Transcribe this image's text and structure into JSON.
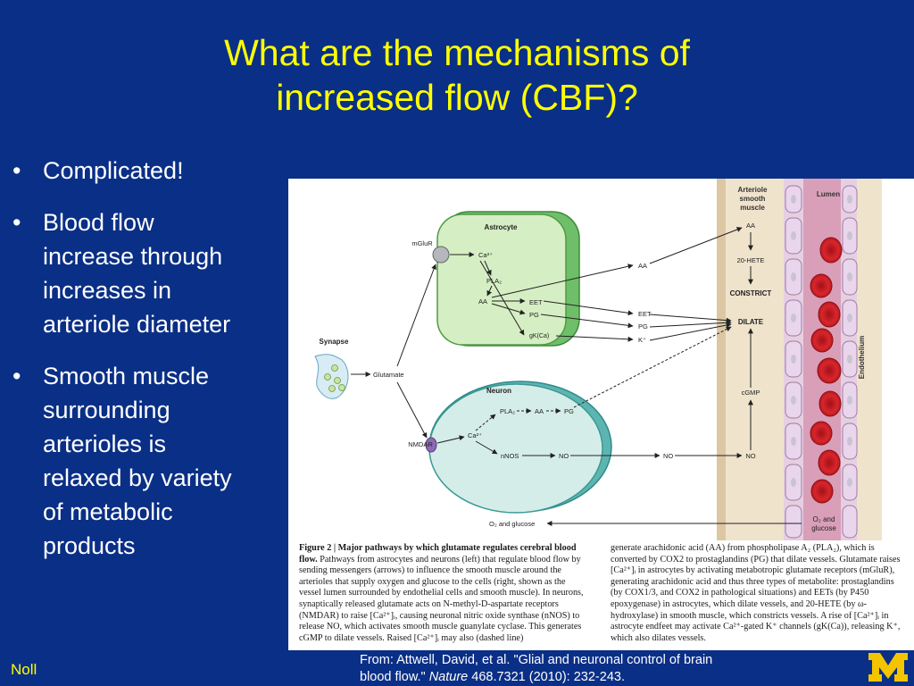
{
  "slide": {
    "title_line1": "What are the mechanisms of",
    "title_line2": "increased flow (CBF)?",
    "bullets": [
      {
        "lines": [
          "Complicated!"
        ]
      },
      {
        "lines": [
          "Blood flow",
          "increase through",
          "increases in",
          "arteriole diameter"
        ]
      },
      {
        "lines": [
          "Smooth muscle",
          "surrounding",
          "arterioles is",
          "relaxed by variety",
          "of metabolic",
          "products"
        ]
      }
    ],
    "bullet_glyph": "•",
    "author": "Noll",
    "citation_line1": "From:  Attwell, David, et al. \"Glial and neuronal control of brain",
    "citation_line2_pre": "blood flow.\" ",
    "citation_journal": "Nature",
    "citation_line2_post": " 468.7321 (2010): 232-243.",
    "logo_letter": "M",
    "colors": {
      "background": "#0a2f86",
      "title": "#ffff00",
      "text": "#ffffff",
      "logo": "#f4c400"
    }
  },
  "diagram": {
    "labels": {
      "astrocyte": "Astrocyte",
      "neuron": "Neuron",
      "synapse": "Synapse",
      "glutamate": "Glutamate",
      "mglur": "mGluR",
      "nmdar": "NMDAR",
      "ca_astro": "Ca²⁺",
      "pla2_astro": "PLA₂",
      "aa_astro": "AA",
      "eet_astro": "EET",
      "pg_astro": "PG",
      "gk": "gK(Ca)",
      "ca_neuron": "Ca²⁺",
      "pla2_neuron": "PLA₂",
      "aa_neuron": "AA",
      "pg_neuron": "PG",
      "nnos": "nNOS",
      "no_neuron": "NO",
      "no_mid": "NO",
      "no_right": "NO",
      "aa_mid": "AA",
      "eet_mid": "EET",
      "pg_mid": "PG",
      "k_mid": "K⁺",
      "aa_top": "AA",
      "hete": "20-HETE",
      "constrict": "CONSTRICT",
      "dilate": "DILATE",
      "cgmp": "cGMP",
      "arteriole_1": "Arteriole",
      "arteriole_2": "smooth",
      "arteriole_3": "muscle",
      "lumen": "Lumen",
      "endothelium": "Endothelium",
      "o2_glucose_left": "O₂ and glucose",
      "o2_glucose_right_1": "O₂ and",
      "o2_glucose_right_2": "glucose"
    },
    "caption_left_bold": "Figure 2 | Major pathways by which glutamate regulates cerebral blood flow.",
    "caption_left_rest": " Pathways from astrocytes and neurons (left) that regulate blood flow by sending messengers (arrows) to influence the smooth muscle around the arterioles that supply oxygen and glucose to the cells (right, shown as the vessel lumen surrounded by endothelial cells and smooth muscle). In neurons, synaptically released glutamate acts on N-methyl-D-aspartate receptors (NMDAR) to raise [Ca²⁺]ᵢ, causing neuronal nitric oxide synthase (nNOS) to release NO, which activates smooth muscle guanylate cyclase. This generates cGMP to dilate vessels. Raised [Ca²⁺]ᵢ may also (dashed line)",
    "caption_right": "generate arachidonic acid (AA) from phospholipase A₂ (PLA₂), which is converted by COX2 to prostaglandins (PG) that dilate vessels. Glutamate raises [Ca²⁺]ᵢ in astrocytes by activating metabotropic glutamate receptors (mGluR), generating arachidonic acid and thus three types of metabolite: prostaglandins (by COX1/3, and COX2 in pathological situations) and EETs (by P450 epoxygenase) in astrocytes, which dilate vessels, and 20-HETE (by ω-hydroxylase) in smooth muscle, which constricts vessels. A rise of [Ca²⁺]ᵢ in astrocyte endfeet may activate Ca²⁺-gated K⁺ channels (gK(Ca)), releasing K⁺, which also dilates vessels."
  }
}
